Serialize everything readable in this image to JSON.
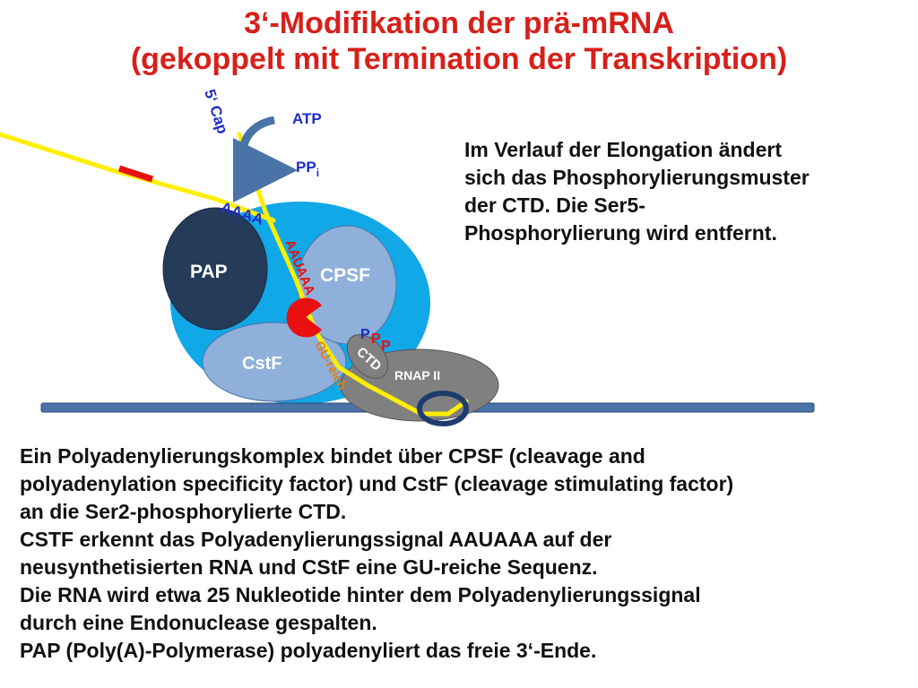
{
  "title": {
    "line1": "3‘-Modifikation der prä-mRNA",
    "line2": "(gekoppelt mit Termination der Transkription)"
  },
  "diagram": {
    "cap_label": "5‘ Cap",
    "atp_label": "ATP",
    "ppi_label": "PP",
    "ppi_subscript": "i",
    "polya_label": "AAAA",
    "signal_label": "AAUAAA",
    "gu_label": "GU-reich",
    "pap_label": "PAP",
    "cpsf_label": "CPSF",
    "cstf_label": "CstF",
    "ctd_label": "CTD",
    "rnap_label": "RNAP II",
    "p_label_1": "P",
    "p_label_2": "P",
    "p_label_3": "P",
    "colors": {
      "complex": "#11a8e8",
      "pap": "#243b5a",
      "cpsf": "#8fb0db",
      "rnap": "#808080",
      "rna": "#ffee00",
      "cleavage": "#e81010",
      "dna": "#4a73a8",
      "title": "#d7201a",
      "label_blue": "#1e2cc8"
    }
  },
  "side_text": [
    "Im Verlauf der Elongation ändert",
    "sich das Phosphorylierungsmuster",
    "der CTD. Die Ser5-",
    "Phosphorylierung wird entfernt."
  ],
  "body_text": [
    "Ein Polyadenylierungskomplex bindet über CPSF (cleavage and",
    "polyadenylation specificity factor) und CstF (cleavage stimulating factor)",
    "an die Ser2-phosphorylierte CTD.",
    "CSTF erkennt das  Polyadenylierungssignal AAUAAA auf der",
    "neusynthetisierten RNA und CStF eine GU-reiche Sequenz.",
    "Die RNA wird etwa 25 Nukleotide hinter dem Polyadenylierungssignal",
    "durch eine Endonuclease gespalten.",
    "PAP (Poly(A)-Polymerase) polyadenyliert das freie 3‘-Ende."
  ]
}
